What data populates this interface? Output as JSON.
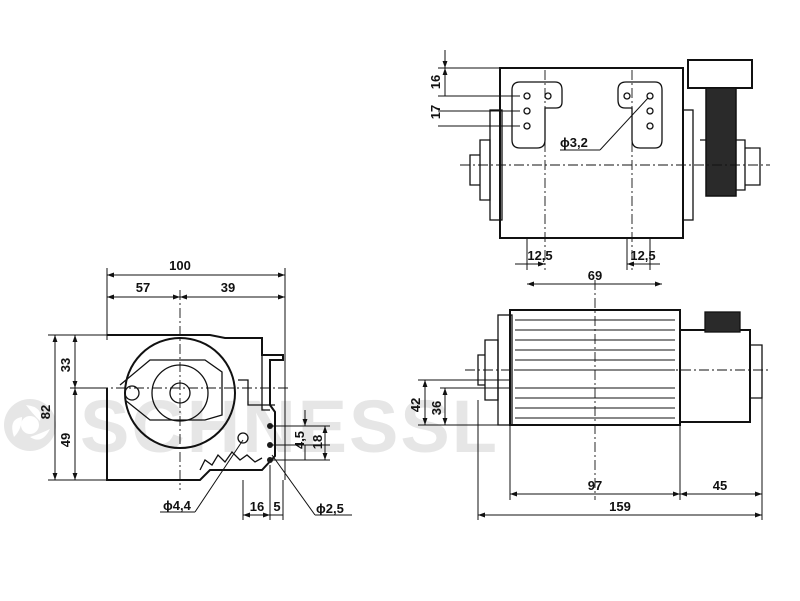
{
  "watermark": {
    "text": "SCHNESSL",
    "color": "#e6e6e6"
  },
  "line_color": "#111111",
  "side_view": {
    "dims": {
      "overall_width": "100",
      "left_width": "57",
      "right_width": "39",
      "upper_height": "33",
      "total_height": "82",
      "lower_height": "49",
      "hole_left_dia": "ϕ4,4",
      "offset_16": "16",
      "offset_5": "5",
      "hole_right_dia": "ϕ2,5",
      "pitch_4_5": "4,5",
      "pitch_18": "18"
    }
  },
  "top_view": {
    "dims": {
      "top_16": "16",
      "pitch_17": "17",
      "hole_dia": "ϕ3,2",
      "slot_left": "12,5",
      "slot_right": "12,5"
    }
  },
  "front_view": {
    "dims": {
      "center_69": "69",
      "height_42": "42",
      "height_36": "36",
      "roller_97": "97",
      "motor_45": "45",
      "overall_159": "159"
    }
  }
}
